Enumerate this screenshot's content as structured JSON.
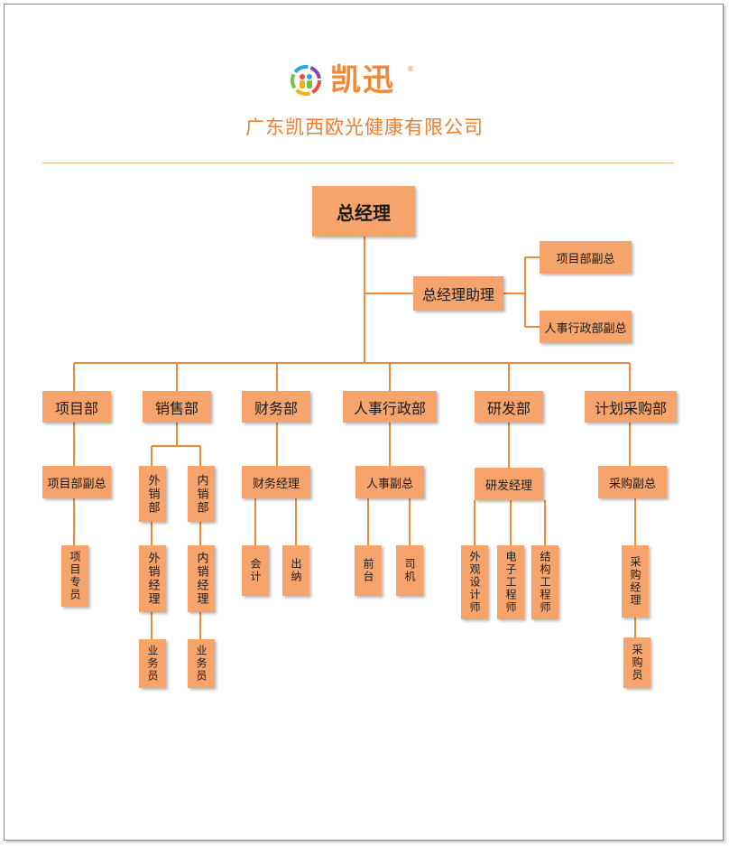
{
  "header": {
    "brand": "凯迅",
    "trademark": "®",
    "company": "广东凯西欧光健康有限公司"
  },
  "colors": {
    "box": "#f6a46b",
    "line": "#f08a3a",
    "accent": "#ee7d2e"
  },
  "org": {
    "top": "总经理",
    "assistant": "总经理助理",
    "assistant_reports": [
      "项目部副总",
      "人事行政部副总"
    ],
    "departments": [
      "项目部",
      "销售部",
      "财务部",
      "人事行政部",
      "研发部",
      "计划采购部"
    ],
    "project": {
      "head": "项目部副总",
      "staff": "项目专员"
    },
    "sales": {
      "external": {
        "unit": "外销部",
        "manager": "外销经理",
        "staff": "业务员"
      },
      "internal": {
        "unit": "内销部",
        "manager": "内销经理",
        "staff": "业务员"
      }
    },
    "finance": {
      "head": "财务经理",
      "staff": [
        "会计",
        "出纳"
      ]
    },
    "hr": {
      "head": "人事副总",
      "staff": [
        "前台",
        "司机"
      ]
    },
    "rd": {
      "head": "研发经理",
      "staff": [
        "外观设计师",
        "电子工程师",
        "结构工程师"
      ]
    },
    "purchasing": {
      "head": "采购副总",
      "manager": "采购经理",
      "staff": "采购员"
    }
  }
}
